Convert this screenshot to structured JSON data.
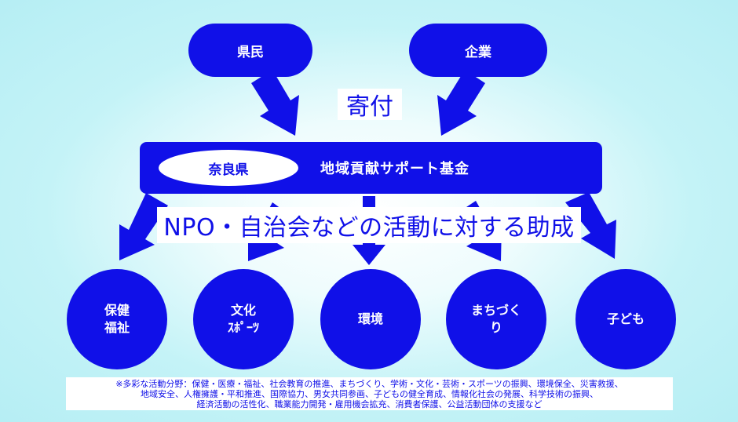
{
  "donors": [
    {
      "label": "県民"
    },
    {
      "label": "企業"
    }
  ],
  "donation_label": "寄付",
  "fund": {
    "prefecture": "奈良県",
    "name": "地域貢献サポート基金"
  },
  "grant_label": "NPO・自治会などの活動に対する助成",
  "fields": [
    {
      "label": "保健\n福祉"
    },
    {
      "label": "文化\nｽﾎﾟｰﾂ"
    },
    {
      "label": "環境"
    },
    {
      "label": "まちづく\nり"
    },
    {
      "label": "子ども"
    }
  ],
  "footnote": "※多彩な活動分野：保健・医療・福祉、社会教育の推進、まちづくり、学術・文化・芸術・スポーツの振興、環境保全、災害救援、\n地域安全、人権擁護・平和推進、国際協力、男女共同参画、子どもの健全育成、情報化社会の発展、科学技術の振興、\n経済活動の活性化、職業能力開発・雇用機会拡充、消費者保護、公益活動団体の支援など",
  "colors": {
    "shape_fill": "#1010e8",
    "shape_text": "#ffffff",
    "label_text": "#1010e8",
    "background": "#c4f3f7"
  }
}
